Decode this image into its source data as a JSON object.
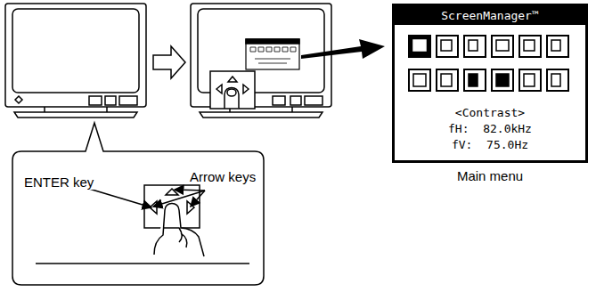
{
  "diagram": {
    "nodes": [
      {
        "text": [
          "ScreenManager™",
          "<Contrast>",
          "fH:  82.0kHz",
          "fV:  75.0Hz"
        ]
      }
    ],
    "labels": [
      "Main menu",
      "ENTER key",
      "Arrow keys"
    ]
  }
}
